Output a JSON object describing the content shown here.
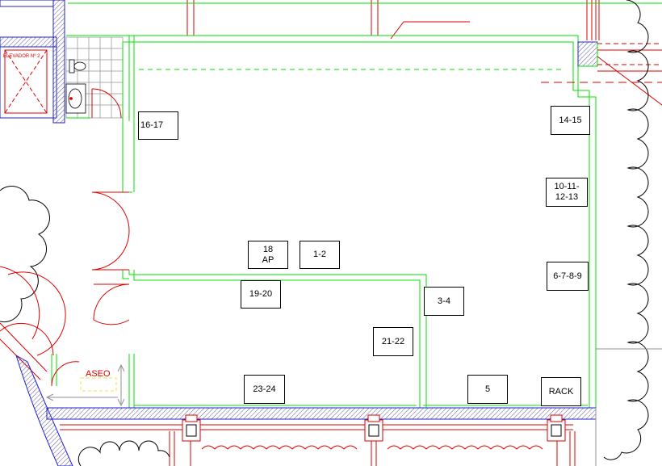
{
  "plan": {
    "elevator_label": "ELEVADOR Nº 2",
    "restroom_label": "ASEO"
  },
  "labels": [
    {
      "id": "16-17",
      "text": "16-17"
    },
    {
      "id": "14-15",
      "text": "14-15"
    },
    {
      "id": "10-11-12-13",
      "text": "10-11-\n12-13"
    },
    {
      "id": "18-ap",
      "text": "18\nAP"
    },
    {
      "id": "1-2",
      "text": "1-2"
    },
    {
      "id": "6-7-8-9",
      "text": "6-7-8-9"
    },
    {
      "id": "19-20",
      "text": "19-20"
    },
    {
      "id": "3-4",
      "text": "3-4"
    },
    {
      "id": "21-22",
      "text": "21-22"
    },
    {
      "id": "23-24",
      "text": "23-24"
    },
    {
      "id": "5",
      "text": "5"
    },
    {
      "id": "rack",
      "text": "RACK"
    }
  ],
  "colors": {
    "wall": "#00e000",
    "red_line": "#e00000",
    "blue_wall": "#2020d0",
    "hatch": "#404080",
    "gray": "#909090",
    "black": "#000000"
  }
}
